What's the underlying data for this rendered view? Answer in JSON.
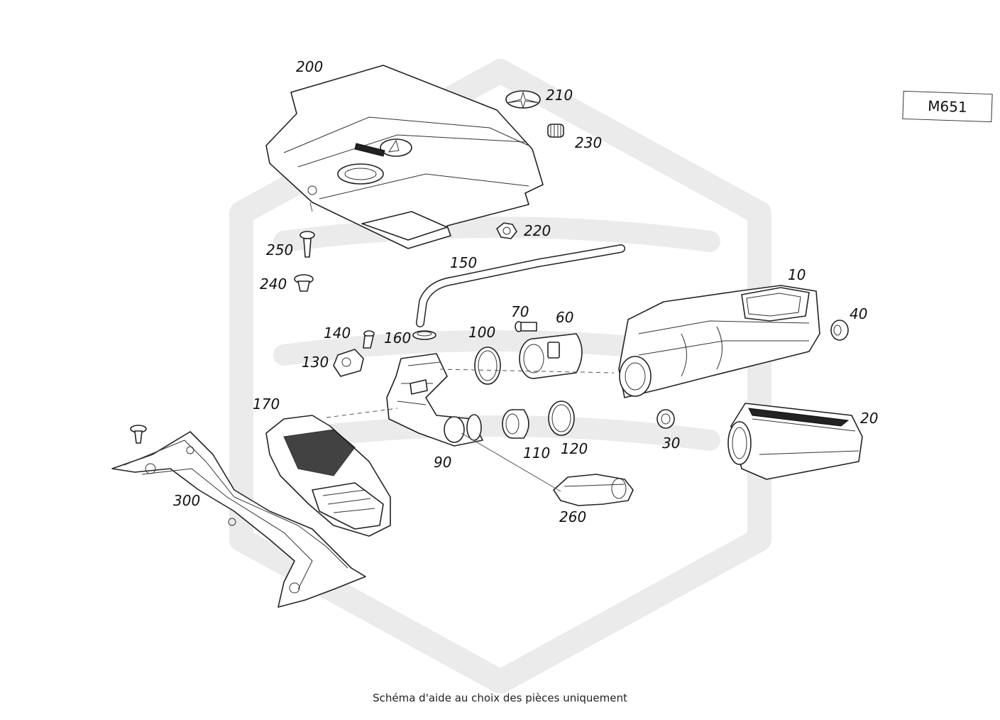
{
  "model_code": "M651",
  "caption": "Schéma d'aide au choix des pièces uniquement",
  "parts": [
    {
      "id": "p10",
      "label": "10"
    },
    {
      "id": "p20",
      "label": "20"
    },
    {
      "id": "p30",
      "label": "30"
    },
    {
      "id": "p40",
      "label": "40"
    },
    {
      "id": "p60",
      "label": "60"
    },
    {
      "id": "p70",
      "label": "70"
    },
    {
      "id": "p90",
      "label": "90"
    },
    {
      "id": "p100",
      "label": "100"
    },
    {
      "id": "p110",
      "label": "110"
    },
    {
      "id": "p120",
      "label": "120"
    },
    {
      "id": "p130",
      "label": "130"
    },
    {
      "id": "p140",
      "label": "140"
    },
    {
      "id": "p150",
      "label": "150"
    },
    {
      "id": "p160",
      "label": "160"
    },
    {
      "id": "p170",
      "label": "170"
    },
    {
      "id": "p200",
      "label": "200"
    },
    {
      "id": "p210",
      "label": "210"
    },
    {
      "id": "p220",
      "label": "220"
    },
    {
      "id": "p230",
      "label": "230"
    },
    {
      "id": "p240",
      "label": "240"
    },
    {
      "id": "p250",
      "label": "250"
    },
    {
      "id": "p260",
      "label": "260"
    },
    {
      "id": "p300",
      "label": "300"
    }
  ]
}
